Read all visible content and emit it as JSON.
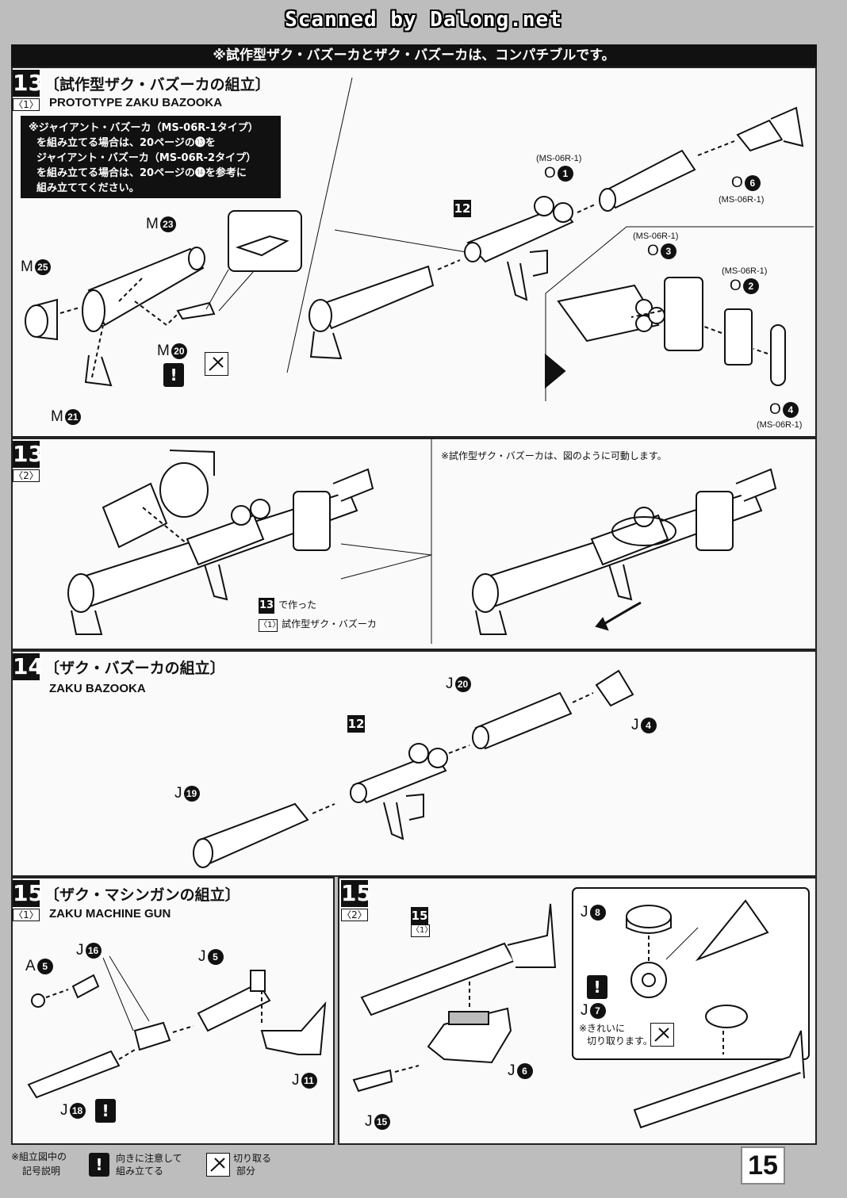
{
  "scan_title": "Scanned by Dalong.net",
  "banner": "※試作型ザク・バズーカとザク・バズーカは、コンパチブルです。",
  "step13_1": {
    "number": "13",
    "sub": "〈1〉",
    "title_jp": "〔試作型ザク・バズーカの組立〕",
    "title_en": "PROTOTYPE ZAKU BAZOOKA",
    "note_lines": [
      "※ジャイアント・バズーカ（MS-06R-1タイプ）",
      "を組み立てる場合は、20ページの⓭を",
      "ジャイアント・バズーカ（MS-06R-2タイプ）",
      "を組み立てる場合は、20ページの⓮を参考に",
      "組み立ててください。"
    ],
    "ref_badge": "12",
    "labels": {
      "m25": {
        "letter": "M",
        "num": "25"
      },
      "m23": {
        "letter": "M",
        "num": "23"
      },
      "m20": {
        "letter": "M",
        "num": "20"
      },
      "m21": {
        "letter": "M",
        "num": "21"
      },
      "o1": {
        "letter": "O",
        "num": "1"
      },
      "o6": {
        "letter": "O",
        "num": "6"
      },
      "o3": {
        "letter": "O",
        "num": "3"
      },
      "o2": {
        "letter": "O",
        "num": "2"
      },
      "o4": {
        "letter": "O",
        "num": "4"
      }
    },
    "variant": "(MS-06R-1)"
  },
  "step13_2": {
    "number": "13",
    "sub": "〈2〉",
    "note": "※試作型ザク・バズーカは、図のように可動します。",
    "ref_step": "13",
    "ref_sub": "〈1〉",
    "ref_text1": "で作った",
    "ref_text2": "試作型ザク・バズーカ"
  },
  "step14": {
    "number": "14",
    "title_jp": "〔ザク・バズーカの組立〕",
    "title_en": "ZAKU BAZOOKA",
    "ref_badge": "12",
    "labels": {
      "j20": {
        "letter": "J",
        "num": "20"
      },
      "j4": {
        "letter": "J",
        "num": "4"
      },
      "j19": {
        "letter": "J",
        "num": "19"
      }
    }
  },
  "step15_1": {
    "number": "15",
    "sub": "〈1〉",
    "title_jp": "〔ザク・マシンガンの組立〕",
    "title_en": "ZAKU MACHINE GUN",
    "labels": {
      "a5": {
        "letter": "A",
        "num": "5"
      },
      "j16": {
        "letter": "J",
        "num": "16"
      },
      "j5": {
        "letter": "J",
        "num": "5"
      },
      "j11": {
        "letter": "J",
        "num": "11"
      },
      "j18": {
        "letter": "J",
        "num": "18"
      }
    }
  },
  "step15_2": {
    "number": "15",
    "sub": "〈2〉",
    "ref_step": "15",
    "ref_sub": "〈1〉",
    "labels": {
      "j6": {
        "letter": "J",
        "num": "6"
      },
      "j15": {
        "letter": "J",
        "num": "15"
      },
      "j8": {
        "letter": "J",
        "num": "8"
      },
      "j7": {
        "letter": "J",
        "num": "7"
      }
    },
    "cut_note1": "※きれいに",
    "cut_note2": "切り取ります。"
  },
  "legend": {
    "title1": "※組立図中の",
    "title2": "記号説明",
    "warn_symbol": "!",
    "warn_text1": "向きに注意して",
    "warn_text2": "組み立てる",
    "cut_text1": "切り取る",
    "cut_text2": "部分"
  },
  "page_number": "15"
}
